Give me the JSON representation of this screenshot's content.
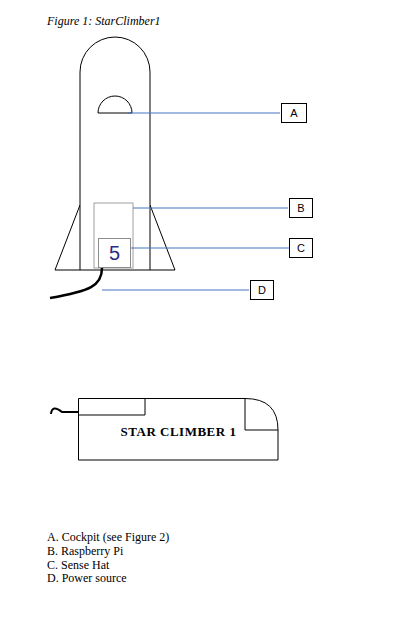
{
  "diagram": {
    "title": "Figure 1: StarClimber1",
    "nodes": [
      {
        "text": [
          "A"
        ]
      },
      {
        "text": [
          "B"
        ]
      },
      {
        "text": [
          "5"
        ]
      },
      {
        "text": [
          "C"
        ]
      },
      {
        "text": [
          "D"
        ]
      },
      {
        "text": [
          "STAR CLIMBER 1"
        ]
      }
    ],
    "edges": [
      {
        "from": 2,
        "to": 3,
        "arrow": "none"
      }
    ],
    "labels": [
      "A. Cockpit (see Figure 2)",
      "B. Raspberry Pi",
      "C. Sense Hat",
      "D. Power source"
    ]
  }
}
